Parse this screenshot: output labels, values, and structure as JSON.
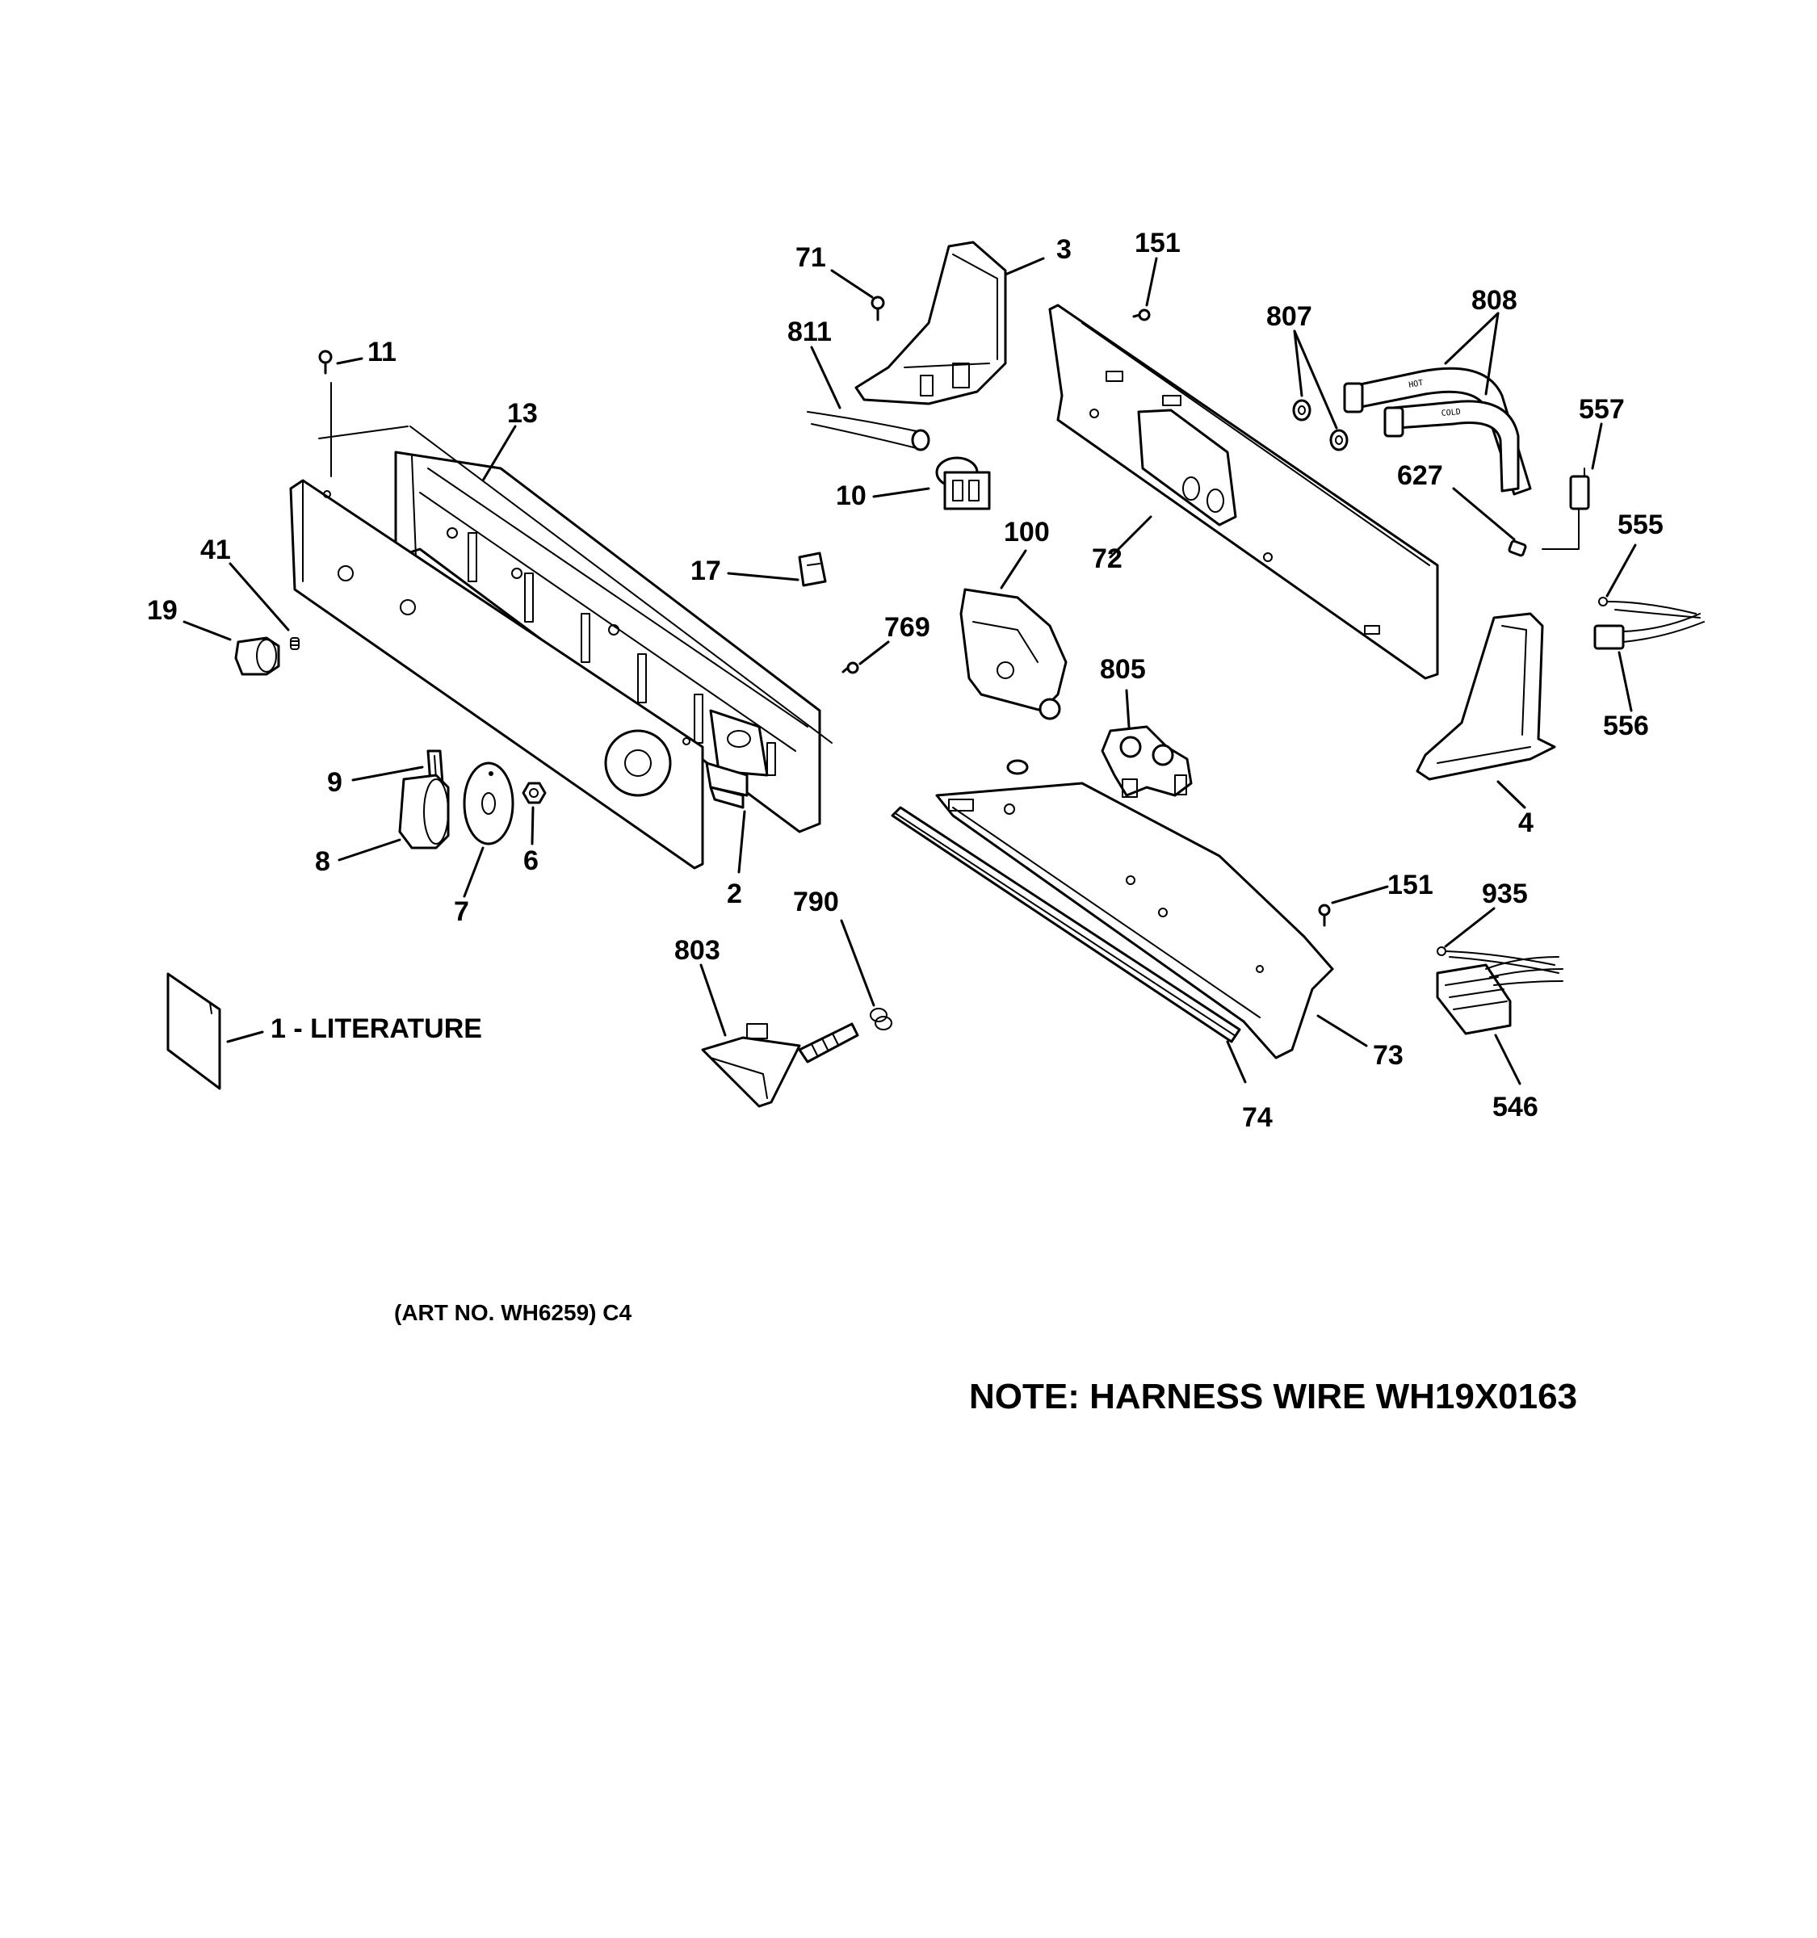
{
  "callouts": [
    {
      "id": "c3",
      "text": "3"
    },
    {
      "id": "c71",
      "text": "71"
    },
    {
      "id": "c151a",
      "text": "151"
    },
    {
      "id": "c808",
      "text": "808"
    },
    {
      "id": "c807",
      "text": "807"
    },
    {
      "id": "c811",
      "text": "811"
    },
    {
      "id": "c11",
      "text": "11"
    },
    {
      "id": "c557",
      "text": "557"
    },
    {
      "id": "c13",
      "text": "13"
    },
    {
      "id": "c627",
      "text": "627"
    },
    {
      "id": "c10",
      "text": "10"
    },
    {
      "id": "c100",
      "text": "100"
    },
    {
      "id": "c555",
      "text": "555"
    },
    {
      "id": "c41",
      "text": "41"
    },
    {
      "id": "c72",
      "text": "72"
    },
    {
      "id": "c17",
      "text": "17"
    },
    {
      "id": "c19",
      "text": "19"
    },
    {
      "id": "c769",
      "text": "769"
    },
    {
      "id": "c556",
      "text": "556"
    },
    {
      "id": "c805",
      "text": "805"
    },
    {
      "id": "c9",
      "text": "9"
    },
    {
      "id": "c4",
      "text": "4"
    },
    {
      "id": "c6",
      "text": "6"
    },
    {
      "id": "c8",
      "text": "8"
    },
    {
      "id": "c7",
      "text": "7"
    },
    {
      "id": "c2",
      "text": "2"
    },
    {
      "id": "c151b",
      "text": "151"
    },
    {
      "id": "c935",
      "text": "935"
    },
    {
      "id": "c790",
      "text": "790"
    },
    {
      "id": "c803",
      "text": "803"
    },
    {
      "id": "c73",
      "text": "73"
    },
    {
      "id": "c1",
      "text": "1 - LITERATURE"
    },
    {
      "id": "c546",
      "text": "546"
    },
    {
      "id": "c74",
      "text": "74"
    }
  ],
  "hose_labels": {
    "hot": "HOT",
    "cold": "COLD"
  },
  "art_number": "(ART NO. WH6259) C4",
  "note": "NOTE: HARNESS WIRE WH19X0163"
}
